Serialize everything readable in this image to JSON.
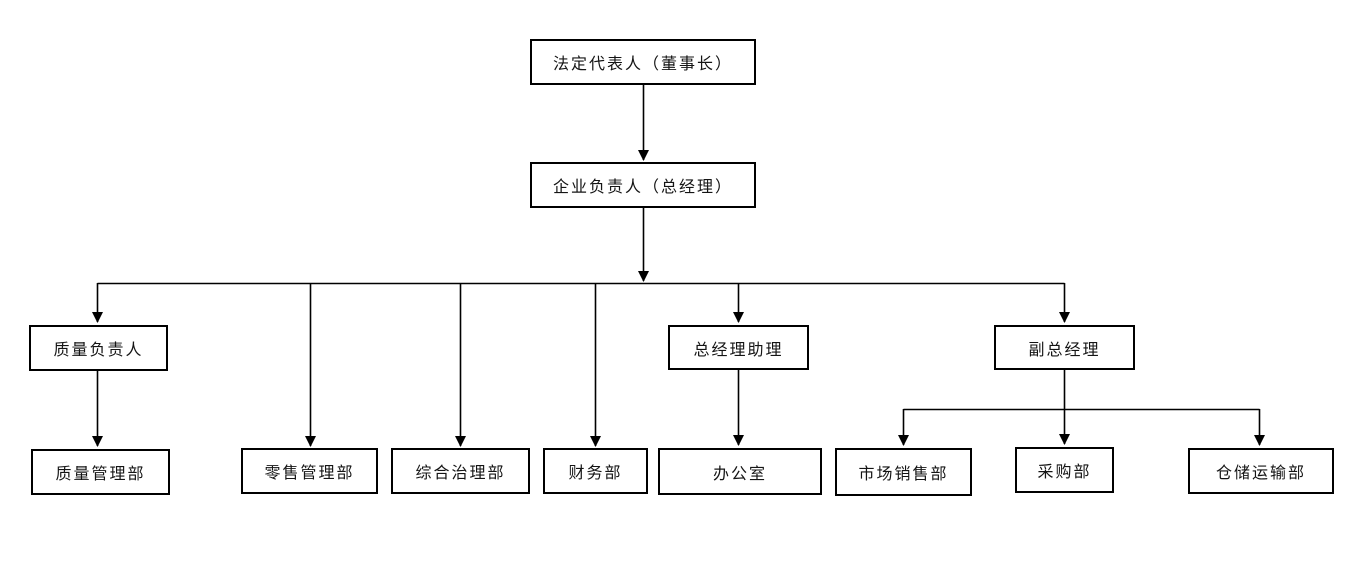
{
  "diagram": {
    "type": "org-chart",
    "background_color": "#ffffff",
    "line_color": "#000000",
    "box_border_color": "#000000",
    "text_color": "#141414",
    "nodes": {
      "chairman": {
        "label": "法定代表人（董事长）"
      },
      "general_manager": {
        "label": "企业负责人（总经理）"
      },
      "quality_head": {
        "label": "质量负责人"
      },
      "gm_assistant": {
        "label": "总经理助理"
      },
      "deputy_gm": {
        "label": "副总经理"
      },
      "quality_dept": {
        "label": "质量管理部"
      },
      "retail_dept": {
        "label": "零售管理部"
      },
      "governance_dept": {
        "label": "综合治理部"
      },
      "finance_dept": {
        "label": "财务部"
      },
      "office": {
        "label": "办公室"
      },
      "sales_dept": {
        "label": "市场销售部"
      },
      "purchasing_dept": {
        "label": "采购部"
      },
      "warehouse_dept": {
        "label": "仓储运输部"
      }
    },
    "edges": [
      {
        "from": "chairman",
        "to": "general_manager"
      },
      {
        "from": "general_manager",
        "to": "quality_head"
      },
      {
        "from": "general_manager",
        "to": "retail_dept"
      },
      {
        "from": "general_manager",
        "to": "governance_dept"
      },
      {
        "from": "general_manager",
        "to": "finance_dept"
      },
      {
        "from": "general_manager",
        "to": "gm_assistant"
      },
      {
        "from": "general_manager",
        "to": "deputy_gm"
      },
      {
        "from": "quality_head",
        "to": "quality_dept"
      },
      {
        "from": "gm_assistant",
        "to": "office"
      },
      {
        "from": "deputy_gm",
        "to": "sales_dept"
      },
      {
        "from": "deputy_gm",
        "to": "purchasing_dept"
      },
      {
        "from": "deputy_gm",
        "to": "warehouse_dept"
      }
    ]
  }
}
